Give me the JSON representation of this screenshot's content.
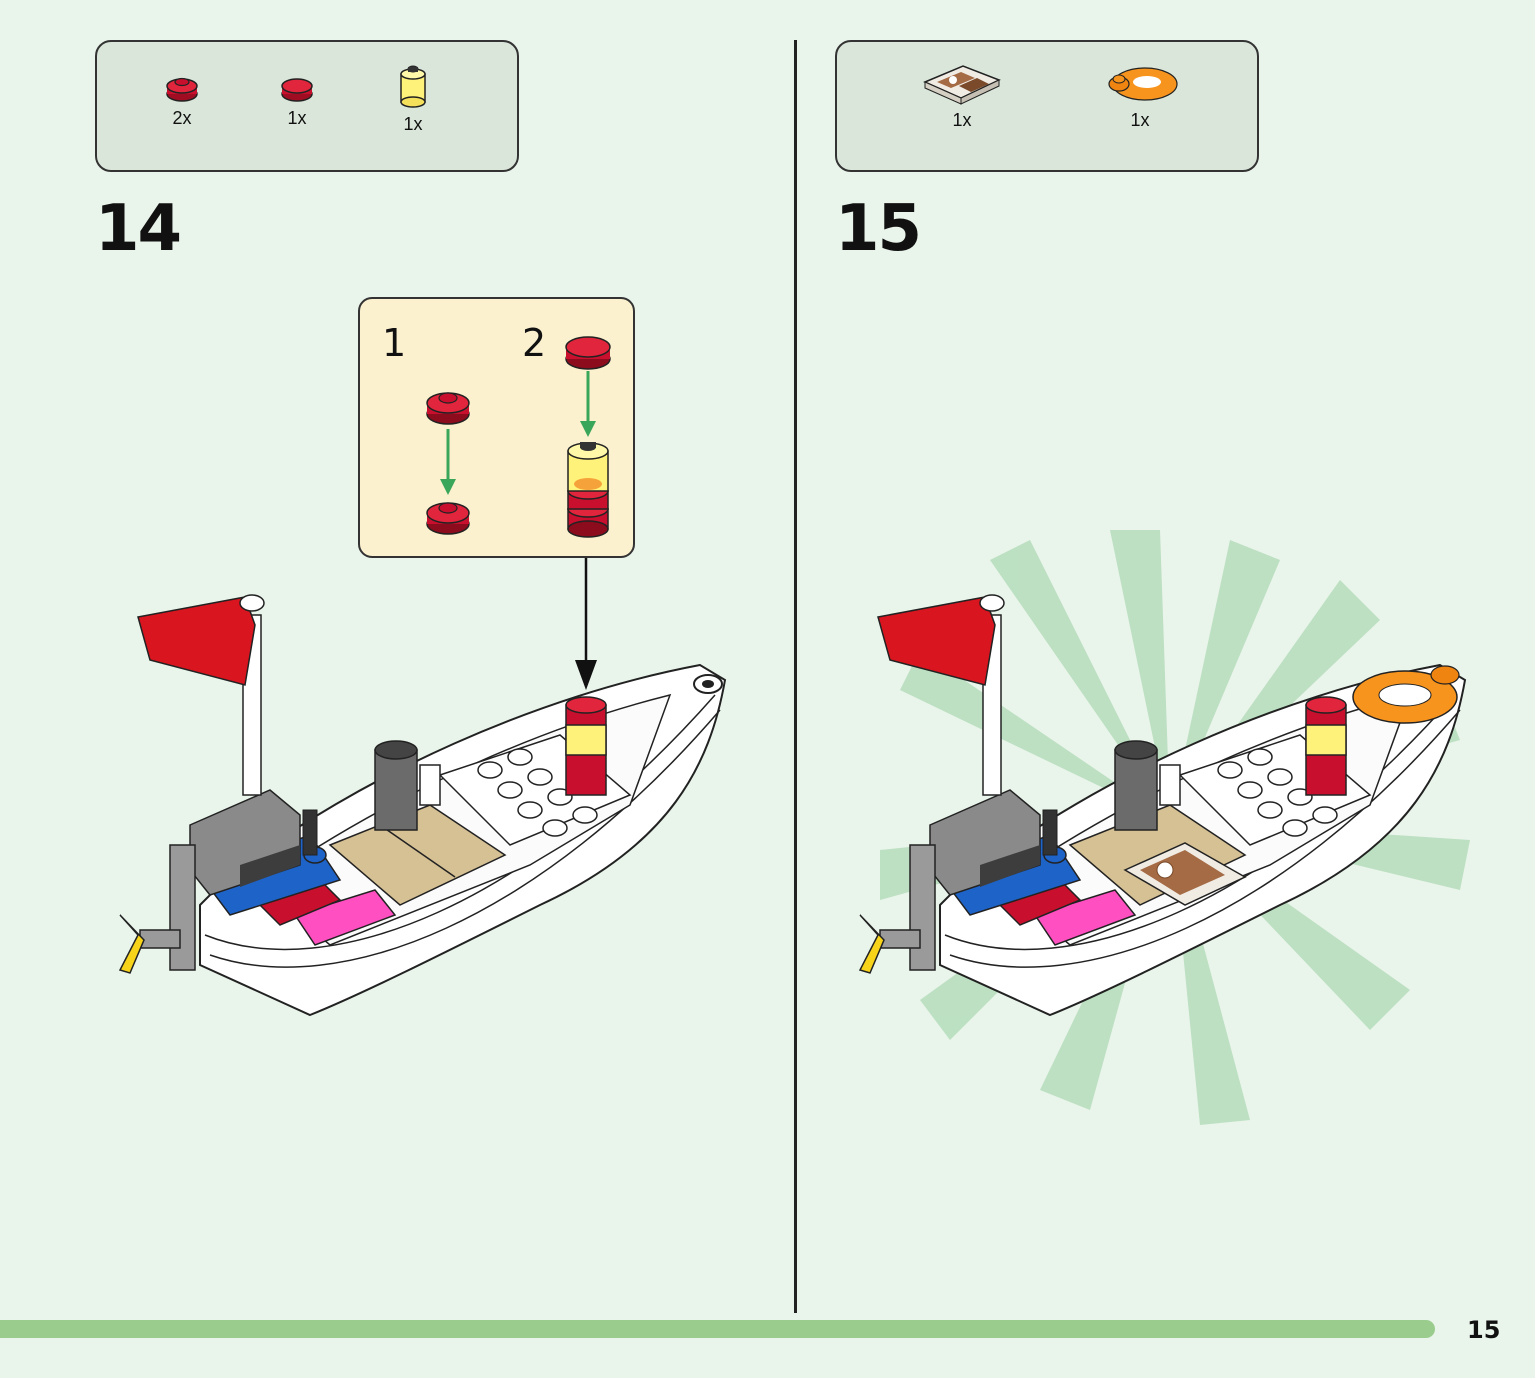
{
  "page_number": "15",
  "steps": [
    {
      "number": "14",
      "parts": [
        {
          "qty": "2x",
          "icon": "red-round-plate-1x1-icon",
          "color": "#c8102e"
        },
        {
          "qty": "1x",
          "icon": "red-round-tile-1x1-icon",
          "color": "#c8102e"
        },
        {
          "qty": "1x",
          "icon": "trans-yellow-round-brick-icon",
          "color": "#fff27a"
        }
      ],
      "substeps": [
        "1",
        "2"
      ]
    },
    {
      "number": "15",
      "parts": [
        {
          "qty": "1x",
          "icon": "printed-food-tile-icon",
          "color": "#8b5a3c"
        },
        {
          "qty": "1x",
          "icon": "orange-life-ring-icon",
          "color": "#f7941d"
        }
      ]
    }
  ],
  "colors": {
    "background": "#e9f4eb",
    "parts_box": "#d9e6d9",
    "substep_box": "#fbf1cf",
    "bottom_bar": "#9acd8d",
    "arrow_green": "#3aa65a"
  }
}
